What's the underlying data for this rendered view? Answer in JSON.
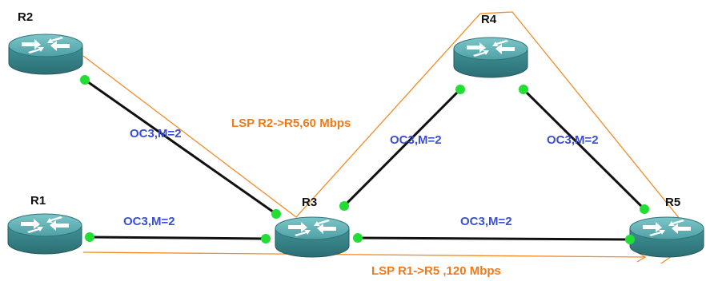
{
  "colors": {
    "link": "#111111",
    "port": "#22dd33",
    "lsp": "#f28c28",
    "link_label": "#3b4fd1",
    "lsp_label": "#f07a1a",
    "router_top": "#5fb3b6",
    "router_body": "#3e8e93"
  },
  "icons": {
    "router": "router-icon"
  },
  "routers": {
    "r1": {
      "label": "R1"
    },
    "r2": {
      "label": "R2"
    },
    "r3": {
      "label": "R3"
    },
    "r4": {
      "label": "R4"
    },
    "r5": {
      "label": "R5"
    }
  },
  "links": {
    "r2_r3": {
      "label": "OC3,M=2"
    },
    "r1_r3": {
      "label": "OC3,M=2"
    },
    "r3_r4": {
      "label": "OC3,M=2"
    },
    "r4_r5": {
      "label": "OC3,M=2"
    },
    "r3_r5": {
      "label": "OC3,M=2"
    }
  },
  "lsps": {
    "r2_r5": {
      "label": "LSP R2->R5,60 Mbps"
    },
    "r1_r5": {
      "label": "LSP R1->R5 ,120 Mbps"
    }
  }
}
